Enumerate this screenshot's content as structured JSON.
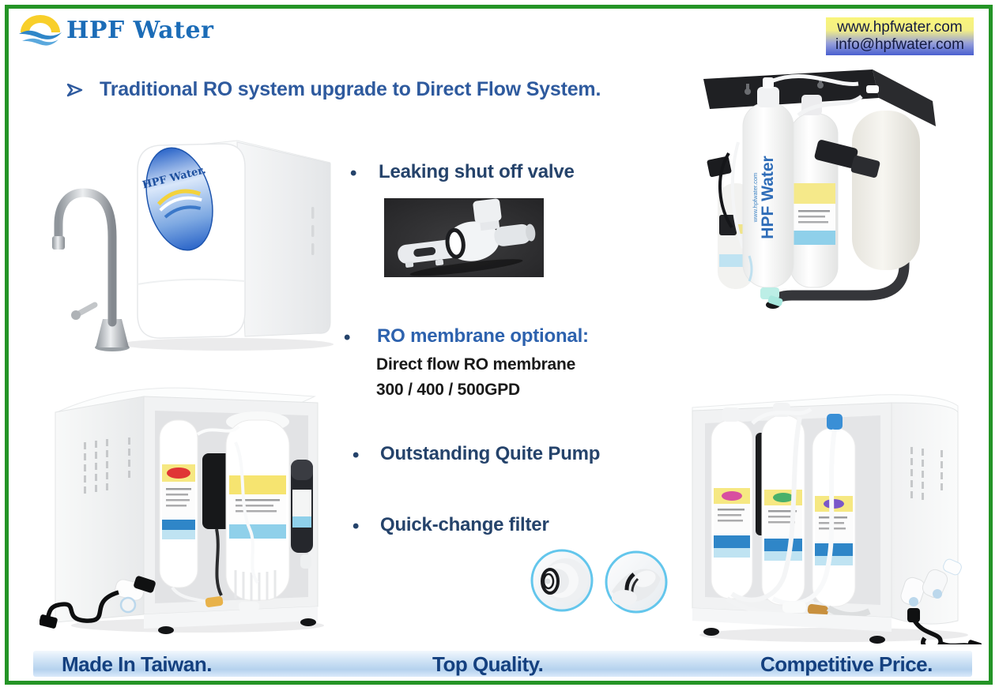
{
  "page": {
    "border_color": "#249426",
    "background": "#ffffff"
  },
  "header": {
    "logo": {
      "text": "HPF Water",
      "color": "#1b6cb7",
      "icon": "sun-wave-logo"
    },
    "contact": {
      "line1": "www.hpfwater.com",
      "line2": "info@hpfwater.com",
      "gradient_top": "#f9f57b",
      "gradient_bottom": "#4a60d0",
      "text_color": "#131a41"
    }
  },
  "headline": {
    "marker_icon": "arrowhead-right",
    "text": "Traditional RO system upgrade to Direct Flow System.",
    "color": "#2e5a9e"
  },
  "features": [
    {
      "bullet": "•",
      "label": "Leaking shut off valve"
    },
    {
      "bullet": "•",
      "label": "RO membrane optional:",
      "details": [
        "Direct flow RO membrane",
        "300 / 400 / 500GPD"
      ]
    },
    {
      "bullet": "•",
      "label": "Outstanding Quite Pump"
    },
    {
      "bullet": "•",
      "label": "Quick-change filter"
    }
  ],
  "products": {
    "countertop": {
      "badge": "HPF Water."
    },
    "wall_mounted": {
      "side_text": "HPF Water",
      "side_url": "www.hpfwater.com"
    },
    "quick_change_ring_color": "#63c6ec"
  },
  "footer": {
    "items": [
      "Made In Taiwan.",
      "Top Quality.",
      "Competitive Price."
    ],
    "text_color": "#14407f"
  }
}
